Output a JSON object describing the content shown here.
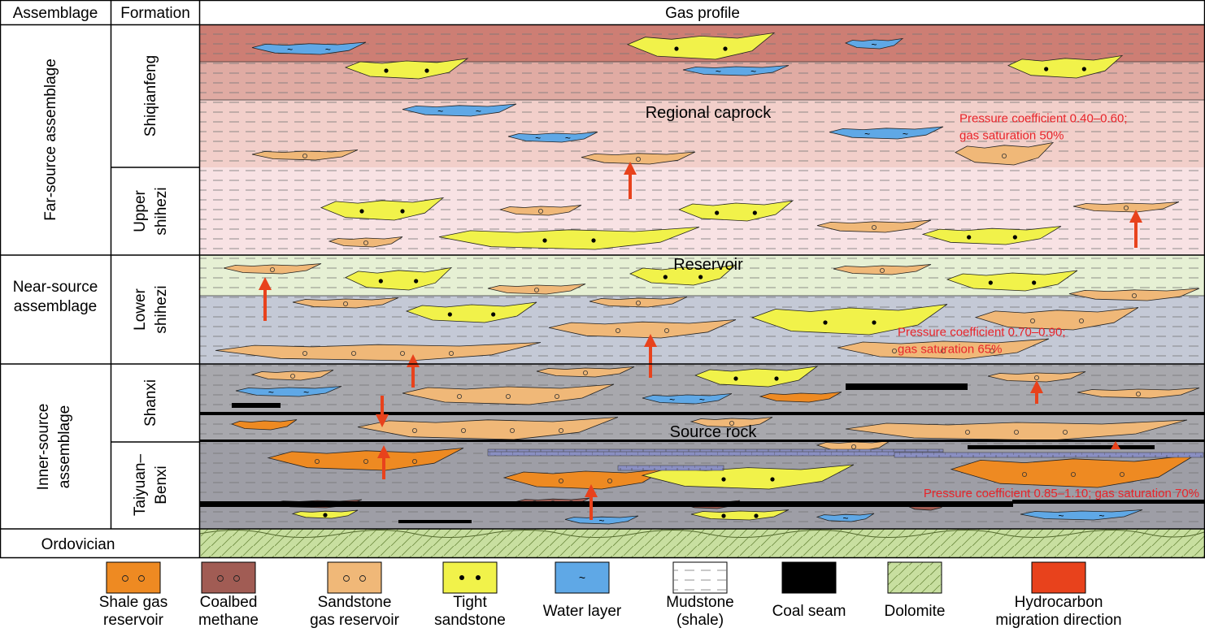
{
  "headers": {
    "assemblage": "Assemblage",
    "formation": "Formation",
    "profile": "Gas profile"
  },
  "assemblages": [
    {
      "id": "far",
      "lines": [
        "Far-source assemblage"
      ]
    },
    {
      "id": "near",
      "lines": [
        "Near-source",
        "assemblage"
      ]
    },
    {
      "id": "inner",
      "lines": [
        "Inner-source",
        "assemblage"
      ]
    }
  ],
  "ordovician": "Ordovician",
  "formations": [
    {
      "id": "shiqianfeng",
      "lines": [
        "Shiqianfeng"
      ]
    },
    {
      "id": "upper-shihezi",
      "lines": [
        "Upper",
        "shihezi"
      ]
    },
    {
      "id": "lower-shihezi",
      "lines": [
        "Lower",
        "shihezi"
      ]
    },
    {
      "id": "shanxi",
      "lines": [
        "Shanxi"
      ]
    },
    {
      "id": "taiyuan-benxi",
      "lines": [
        "Taiyuan–",
        "Benxi"
      ]
    }
  ],
  "zone_labels": {
    "caprock": "Regional caprock",
    "reservoir": "Reservoir",
    "source": "Source rock"
  },
  "annotations": [
    {
      "id": "p1",
      "lines": [
        "Pressure coefficient 0.40–0.60;",
        "gas saturation 50%"
      ]
    },
    {
      "id": "p2",
      "lines": [
        "Pressure coefficient 0.70–0.90;",
        "gas saturation 65%"
      ]
    },
    {
      "id": "p3",
      "lines": [
        "Pressure coefficient 0.85–1.10; gas saturation 70%"
      ]
    }
  ],
  "legend": [
    {
      "id": "shale-gas",
      "lines": [
        "Shale gas",
        "reservoir"
      ],
      "color": "#ee8a22"
    },
    {
      "id": "coalbed-methane",
      "lines": [
        "Coalbed",
        "methane"
      ],
      "color": "#a15c54"
    },
    {
      "id": "sandstone-gas",
      "lines": [
        "Sandstone",
        "gas reservoir"
      ],
      "color": "#f0b878"
    },
    {
      "id": "tight-sandstone",
      "lines": [
        "Tight",
        "sandstone"
      ],
      "color": "#f1f24a"
    },
    {
      "id": "water-layer",
      "lines": [
        "Water layer"
      ],
      "color": "#5fa8e6"
    },
    {
      "id": "mudstone",
      "lines": [
        "Mudstone",
        "(shale)"
      ],
      "color": "#ffffff"
    },
    {
      "id": "coal-seam",
      "lines": [
        "Coal seam"
      ],
      "color": "#000000"
    },
    {
      "id": "dolomite",
      "lines": [
        "Dolomite"
      ],
      "color": "#c8dfa0"
    },
    {
      "id": "migration",
      "lines": [
        "Hydrocarbon",
        "migration direction"
      ],
      "color": "#e8421c"
    }
  ],
  "colors": {
    "band_shiqianfeng_top": "#cd7e74",
    "band_shiqianfeng_mid": "#e0aba3",
    "band_shiqianfeng_low": "#f2cfca",
    "band_upper_shihezi": "#f8e2e4",
    "band_lower_top": "#e6f0d4",
    "band_lower": "#c4c9d6",
    "band_shanxi": "#a8a8ad",
    "band_taiyuan": "#9e9ea6",
    "band_ordovician": "#c8dfa0",
    "annotation_text": "#e8242a",
    "arrow": "#e8421c"
  }
}
